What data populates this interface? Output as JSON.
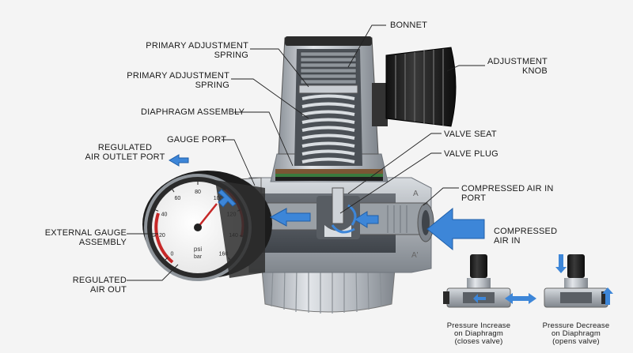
{
  "labels": {
    "bonnet": "BONNET",
    "primary_spring_1_l1": "PRIMARY ADJUSTMENT",
    "primary_spring_1_l2": "SPRING",
    "primary_spring_2_l1": "PRIMARY ADJUSTMENT",
    "primary_spring_2_l2": "SPRING",
    "diaphragm_assembly": "DIAPHRAGM ASSEMBLY",
    "gauge_port": "GAUGE PORT",
    "outlet_port_l1": "REGULATED",
    "outlet_port_l2": "AIR OUTLET PORT",
    "external_gauge_l1": "EXTERNAL GAUGE",
    "external_gauge_l2": "ASSEMBLY",
    "regulated_out_l1": "REGULATED",
    "regulated_out_l2": "AIR OUT",
    "adjustment_knob_l1": "ADJUSTMENT",
    "adjustment_knob_l2": "KNOB",
    "valve_seat": "VALVE SEAT",
    "valve_plug": "VALVE PLUG",
    "air_in_port_l1": "COMPRESSED AIR IN",
    "air_in_port_l2": "PORT",
    "air_in_l1": "COMPRESSED",
    "air_in_l2": "AIR IN",
    "section_a": "A",
    "section_a_prime": "A'"
  },
  "gauge": {
    "unit_top": "psi",
    "unit_bottom": "bar",
    "ticks": [
      "0",
      "20",
      "40",
      "60",
      "80",
      "100",
      "120",
      "140",
      "160"
    ]
  },
  "insets": {
    "increase_l1": "Pressure Increase",
    "increase_l2": "on Diaphragm",
    "increase_l3": "(closes valve)",
    "decrease_l1": "Pressure Decrease",
    "decrease_l2": "on Diaphragm",
    "decrease_l3": "(opens valve)"
  },
  "colors": {
    "flow_arrow": "#3d86d8",
    "leader": "#222222",
    "body_metal": "#b9bec4",
    "knob": "#1e1e1e",
    "needle": "#c62828"
  }
}
